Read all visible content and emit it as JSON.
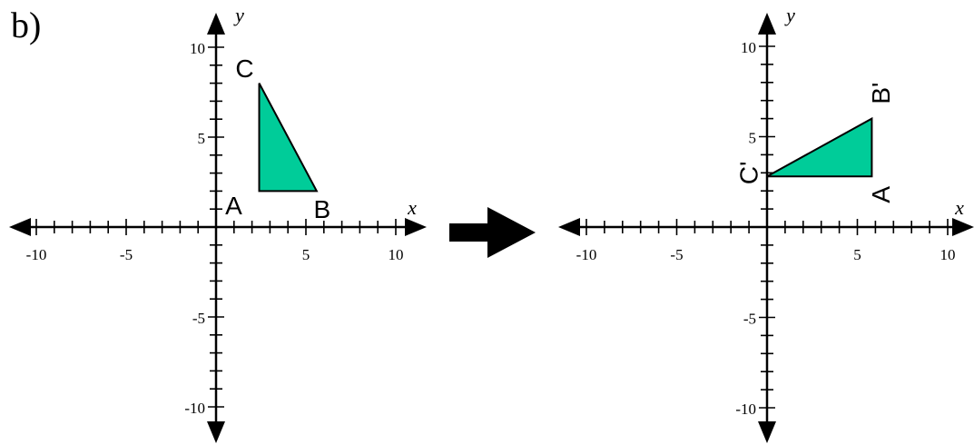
{
  "part_label": "b)",
  "colors": {
    "fill": "#00cc99",
    "stroke": "#000000",
    "axis": "#000000"
  },
  "grids": [
    {
      "name": "original",
      "axis_x_label": "x",
      "axis_y_label": "y",
      "x_range": [
        -10,
        10
      ],
      "y_range": [
        -10,
        10
      ],
      "x_tick_labels": [
        "-10",
        "-5",
        "5",
        "10"
      ],
      "y_tick_labels": [
        "10",
        "5",
        "-5",
        "-10"
      ],
      "triangle": [
        {
          "name": "A",
          "label": "A",
          "x": 2.4,
          "y": 2
        },
        {
          "name": "B",
          "label": "B",
          "x": 5.6,
          "y": 2
        },
        {
          "name": "C",
          "label": "C",
          "x": 2.4,
          "y": 8
        }
      ]
    },
    {
      "name": "image",
      "axis_x_label": "x",
      "axis_y_label": "y",
      "x_range": [
        -10,
        10
      ],
      "y_range": [
        -10,
        10
      ],
      "x_tick_labels": [
        "-10",
        "-5",
        "5",
        "10"
      ],
      "y_tick_labels": [
        "10",
        "5",
        "-5",
        "-10"
      ],
      "triangle": [
        {
          "name": "A",
          "label": "A",
          "x": 5.8,
          "y": 2.8
        },
        {
          "name": "B",
          "label": "B'",
          "x": 5.8,
          "y": 6
        },
        {
          "name": "C",
          "label": "C'",
          "x": 0,
          "y": 2.8
        }
      ]
    }
  ],
  "arrow_icon": "right-arrow-icon"
}
